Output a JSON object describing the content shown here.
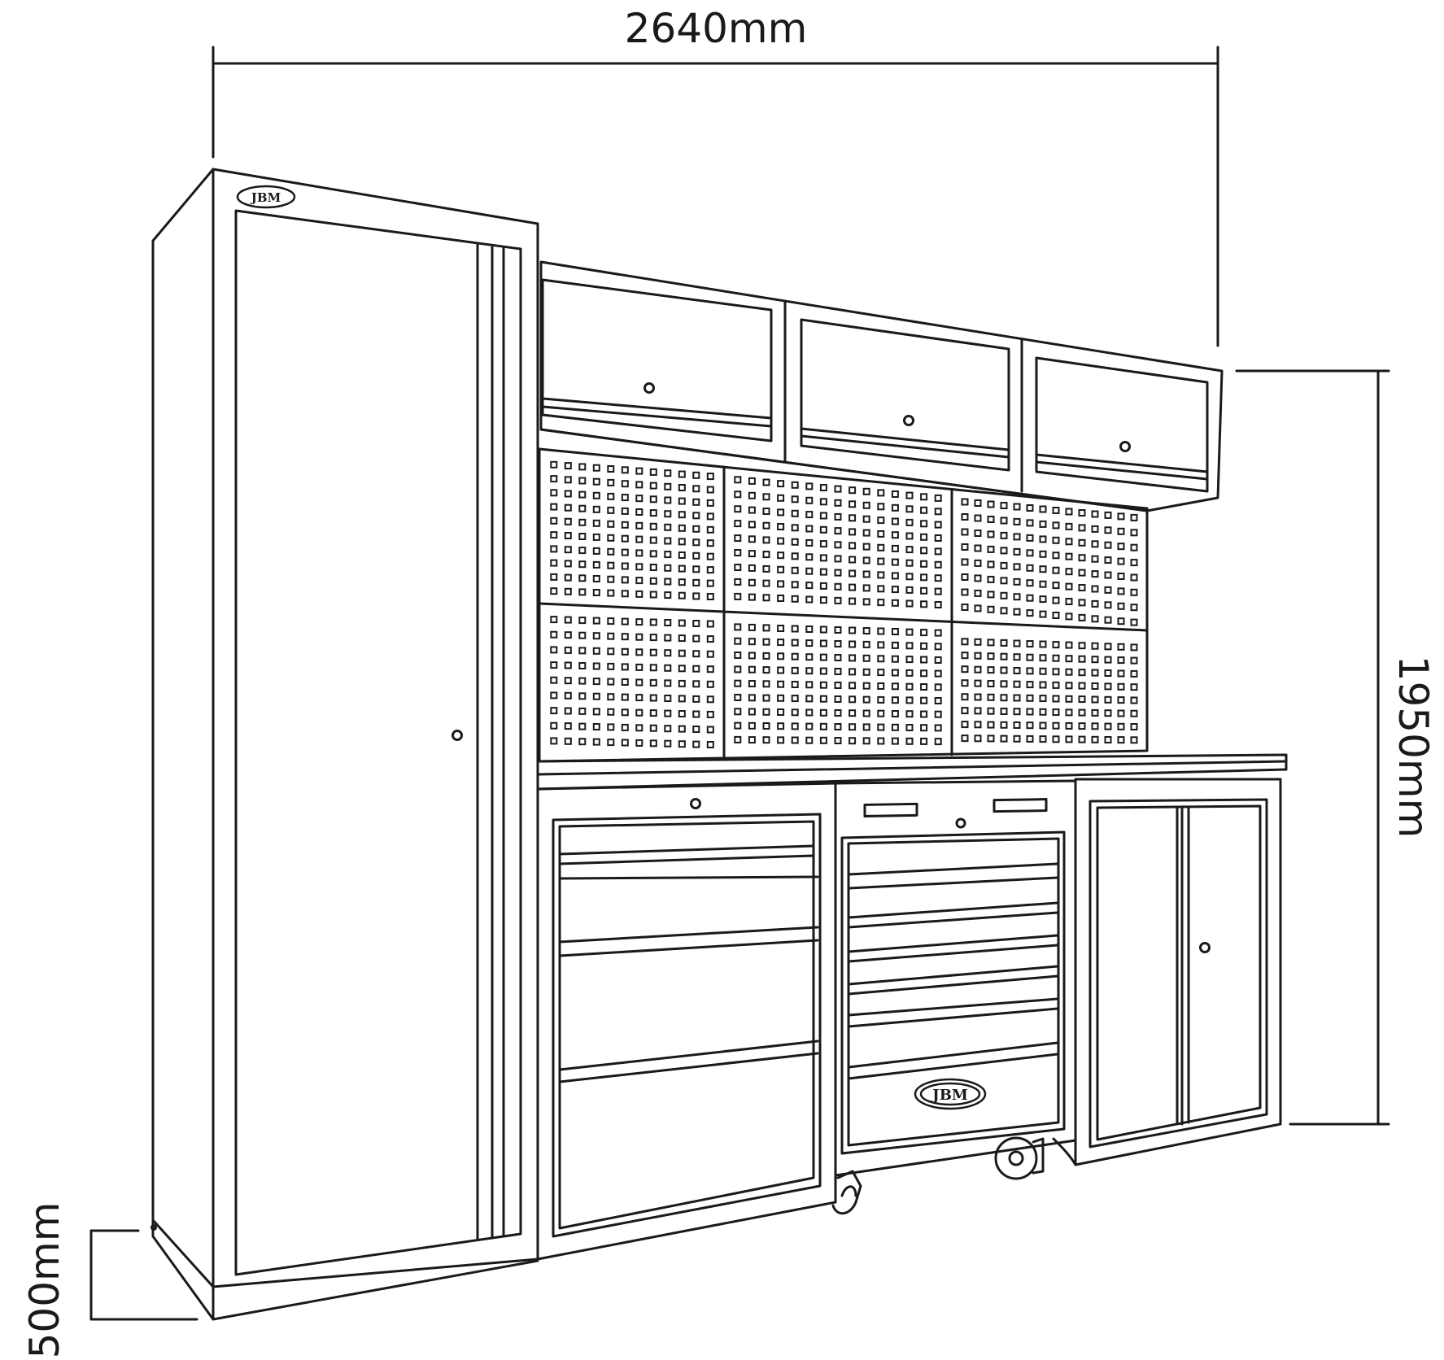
{
  "dimensions": {
    "width_label": "2640mm",
    "height_label": "1950mm",
    "depth_label": "500mm"
  },
  "brand": {
    "logo_text": "JBM"
  },
  "colors": {
    "line": "#1a1a1a",
    "background": "#ffffff"
  }
}
